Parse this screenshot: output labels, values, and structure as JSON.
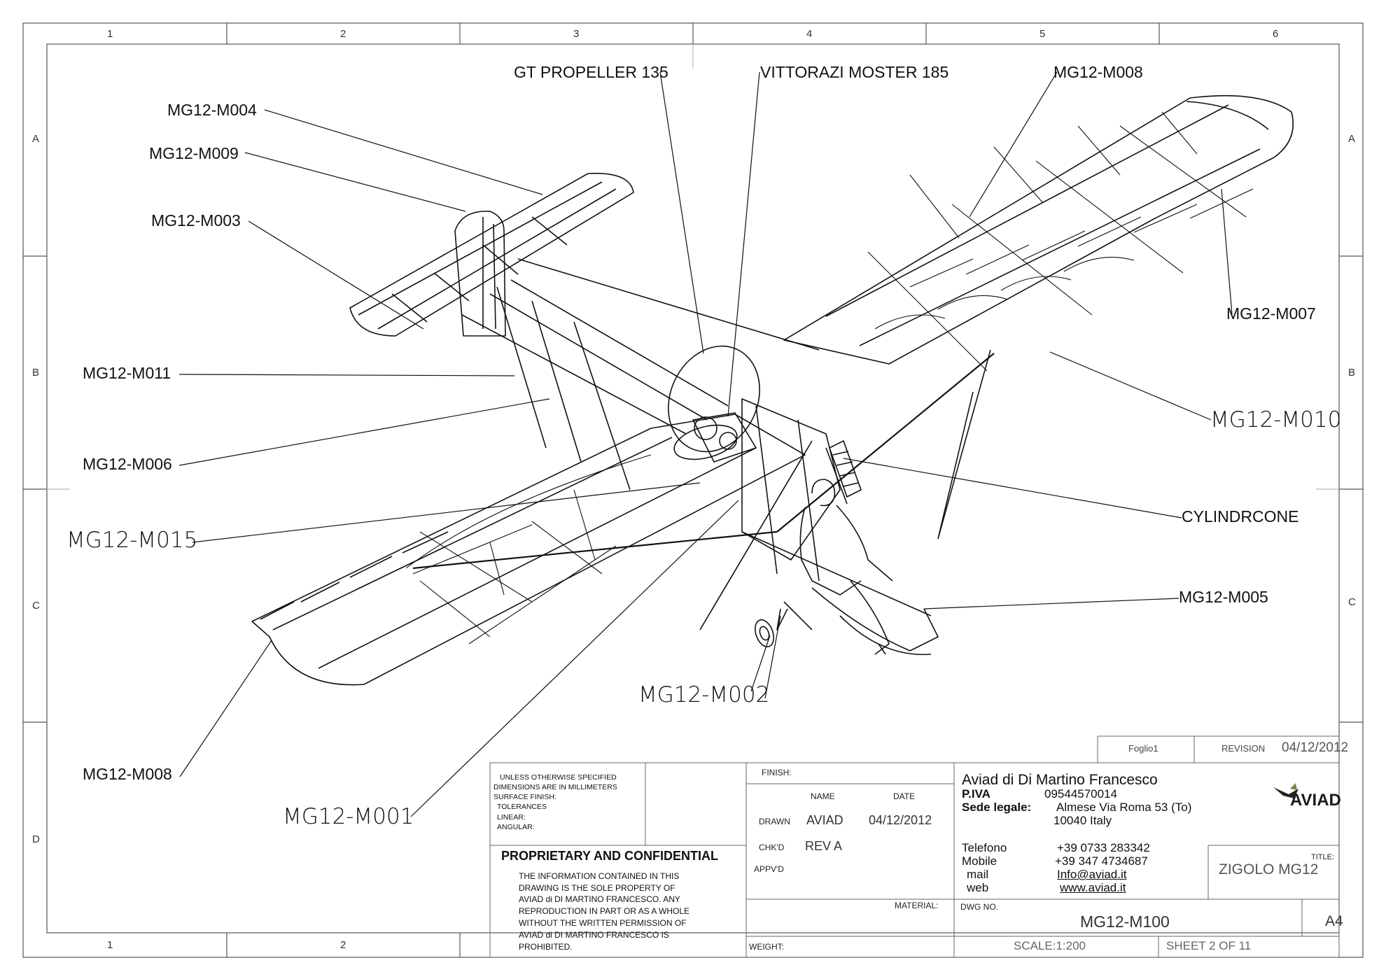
{
  "zones": {
    "top": [
      "1",
      "2",
      "3",
      "4",
      "5",
      "6"
    ],
    "side": [
      "A",
      "B",
      "C",
      "D"
    ]
  },
  "callouts": [
    {
      "id": "gt-propeller",
      "text": "GT PROPELLER 135"
    },
    {
      "id": "vittorazi",
      "text": "VITTORAZI MOSTER 185"
    },
    {
      "id": "m008-top",
      "text": "MG12-M008"
    },
    {
      "id": "m004",
      "text": "MG12-M004"
    },
    {
      "id": "m009",
      "text": "MG12-M009"
    },
    {
      "id": "m003",
      "text": "MG12-M003"
    },
    {
      "id": "m007",
      "text": "MG12-M007"
    },
    {
      "id": "m011",
      "text": "MG12-M011"
    },
    {
      "id": "m010",
      "text": "MG12-M010"
    },
    {
      "id": "m006",
      "text": "MG12-M006"
    },
    {
      "id": "cylindrcone",
      "text": "CYLINDRCONE"
    },
    {
      "id": "m015",
      "text": "MG12-M015"
    },
    {
      "id": "m005",
      "text": "MG12-M005"
    },
    {
      "id": "m002",
      "text": "MG12-M002"
    },
    {
      "id": "m008-bottom",
      "text": "MG12-M008"
    },
    {
      "id": "m001",
      "text": "MG12-M001"
    }
  ],
  "title_block": {
    "sheet_name": "Foglio1",
    "revision_label": "REVISION",
    "revision_date": "04/12/2012",
    "spec_notes": [
      "UNLESS OTHERWISE SPECIFIED",
      "DIMENSIONS ARE IN MILLIMETERS",
      "SURFACE FINISH:",
      "TOLERANCES",
      "LINEAR:",
      "ANGULAR:"
    ],
    "finish_label": "FINISH:",
    "name_label": "NAME",
    "date_label": "DATE",
    "drawn_label": "DRAWN",
    "drawn_name": "AVIAD",
    "drawn_date": "04/12/2012",
    "chkd_label": "CHK'D",
    "chkd_name": "REV A",
    "apvd_label": "APPV'D",
    "material_label": "MATERIAL:",
    "weight_label": "WEIGHT:",
    "proprietary_title": "PROPRIETARY AND CONFIDENTIAL",
    "proprietary_lines": [
      "THE INFORMATION CONTAINED IN THIS",
      "DRAWING IS THE SOLE PROPERTY OF",
      "AVIAD di DI MARTINO FRANCESCO.  ANY",
      "REPRODUCTION IN PART OR AS A WHOLE",
      "WITHOUT THE WRITTEN PERMISSION OF",
      "AVIAD di DI MARTINO FRANCESCO IS",
      "PROHIBITED."
    ],
    "company": {
      "name": "Aviad di Di Martino Francesco",
      "piva_label": "P.IVA",
      "piva": "09544570014",
      "sede_label": "Sede legale:",
      "sede_line1": "Almese Via Roma 53 (To)",
      "sede_line2": "10040 Italy",
      "telefono_label": "Telefono",
      "telefono": "+39 0733 283342",
      "mobile_label": "Mobile",
      "mobile": "+39 347 4734687",
      "mail_label": "mail",
      "mail": "Info@aviad.it",
      "web_label": "web",
      "web": "www.aviad.it"
    },
    "logo_text": "AVIAD",
    "title_label": "TITLE:",
    "title": "ZIGOLO MG12",
    "dwg_no_label": "DWG NO.",
    "dwg_no": "MG12-M100",
    "size": "A4",
    "scale": "SCALE:1:200",
    "sheet": "SHEET 2 OF 11"
  },
  "colors": {
    "line": "#111111",
    "frame": "#555555"
  }
}
